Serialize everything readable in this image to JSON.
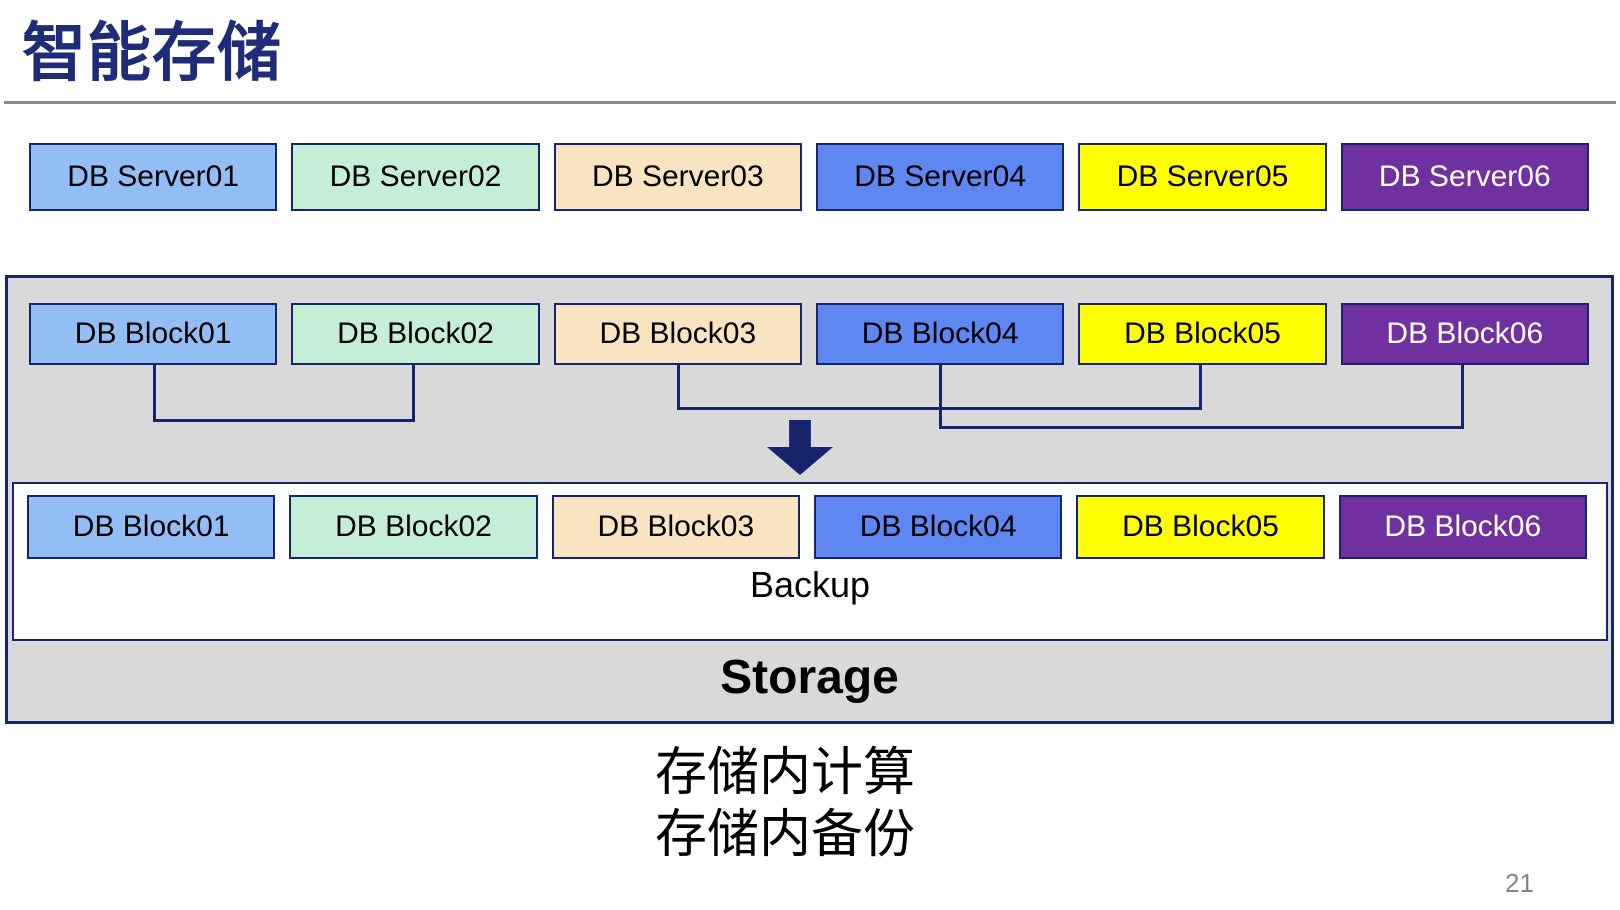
{
  "title": "智能存储",
  "page_number": "21",
  "server_row": {
    "items": [
      {
        "label": "DB Server01",
        "color": "#93BEF5"
      },
      {
        "label": "DB Server02",
        "color": "#C4EFD6"
      },
      {
        "label": "DB Server03",
        "color": "#F8E4C0"
      },
      {
        "label": "DB Server04",
        "color": "#5F87F2"
      },
      {
        "label": "DB Server05",
        "color": "#FFFF00"
      },
      {
        "label": "DB Server06",
        "color": "#7030A0"
      }
    ]
  },
  "storage_box": {
    "blocks_top": [
      {
        "label": "DB Block01",
        "color": "#93BEF5"
      },
      {
        "label": "DB Block02",
        "color": "#C4EFD6"
      },
      {
        "label": "DB Block03",
        "color": "#F8E4C0"
      },
      {
        "label": "DB Block04",
        "color": "#5F87F2"
      },
      {
        "label": "DB Block05",
        "color": "#FFFF00"
      },
      {
        "label": "DB Block06",
        "color": "#7030A0"
      }
    ],
    "blocks_bottom": [
      {
        "label": "DB Block01",
        "color": "#93BEF5"
      },
      {
        "label": "DB Block02",
        "color": "#C4EFD6"
      },
      {
        "label": "DB Block03",
        "color": "#F8E4C0"
      },
      {
        "label": "DB Block04",
        "color": "#5F87F2"
      },
      {
        "label": "DB Block05",
        "color": "#FFFF00"
      },
      {
        "label": "DB Block06",
        "color": "#7030A0"
      }
    ],
    "backup_label": "Backup",
    "storage_label": "Storage",
    "connections": [
      "Block01-Block02",
      "Block03-Block05",
      "Block04-Block06"
    ]
  },
  "caption": {
    "line1": "存储内计算",
    "line2": "存储内备份"
  },
  "colors": {
    "accent_navy": "#17256E",
    "title_navy": "#1F2D78",
    "container_gray": "#D9D9D9",
    "divider_gray": "#8A8A8A",
    "page_number_gray": "#848484"
  }
}
